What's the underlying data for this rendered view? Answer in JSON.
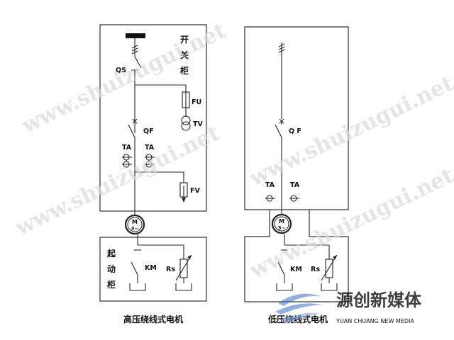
{
  "watermark": "www.shuizugui.net",
  "logo": {
    "name": "源创新媒体",
    "sub": "YUAN CHUANG NEW MEDIA"
  },
  "left": {
    "caption": "高压绕线式电机",
    "switchgear_label": [
      "开",
      "关",
      "柜"
    ],
    "starter_label": [
      "起",
      "动",
      "柜"
    ],
    "labels": {
      "qs": "QS",
      "fu": "FU",
      "tv": "TV",
      "qf": "QF",
      "ta1": "TA",
      "ta2": "TA",
      "fv": "FV",
      "km": "KM",
      "rs": "Rs"
    },
    "motor": {
      "line1": "M",
      "line2": "3~"
    }
  },
  "right": {
    "caption": "低压绕线式电机",
    "labels": {
      "qf": "Q F",
      "ta1": "TA",
      "ta2": "TA",
      "km": "KM",
      "rs": "Rs"
    },
    "motor": {
      "line1": "M",
      "line2": "3~"
    }
  }
}
